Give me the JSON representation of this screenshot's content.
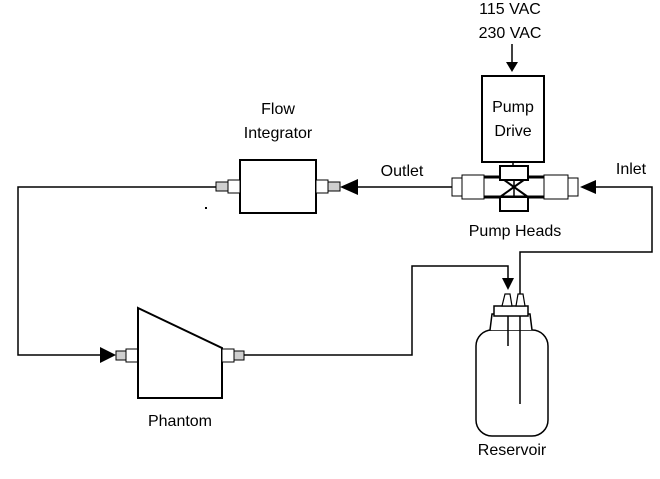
{
  "power": {
    "line1": "115 VAC",
    "line2": "230 VAC"
  },
  "pump_drive": {
    "line1": "Pump",
    "line2": "Drive"
  },
  "flow_integrator": {
    "line1": "Flow",
    "line2": "Integrator"
  },
  "outlet_label": "Outlet",
  "inlet_label": "Inlet",
  "pump_heads_label": "Pump Heads",
  "phantom_label": "Phantom",
  "reservoir_label": "Reservoir",
  "colors": {
    "stroke": "#000000",
    "background": "#ffffff",
    "fitting_fill": "#cfcfcf"
  }
}
